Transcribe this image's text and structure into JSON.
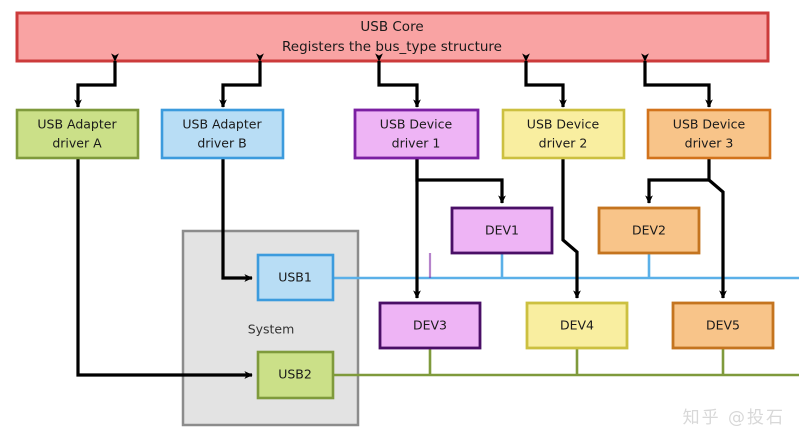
{
  "diagram": {
    "title_block": {
      "line1": "USB Core",
      "line2": "Registers the bus_type structure",
      "fill": "#f9a3a3",
      "stroke": "#cc3b3b"
    },
    "drivers": [
      {
        "id": "adapter-a",
        "line1": "USB Adapter",
        "line2": "driver A",
        "fill": "#cbe088",
        "stroke": "#7f9a3c"
      },
      {
        "id": "adapter-b",
        "line1": "USB Adapter",
        "line2": "driver B",
        "fill": "#b8ddf5",
        "stroke": "#3c9bdd"
      },
      {
        "id": "device-1",
        "line1": "USB Device",
        "line2": "driver 1",
        "fill": "#eeb4f5",
        "stroke": "#7b1fa2"
      },
      {
        "id": "device-2",
        "line1": "USB Device",
        "line2": "driver 2",
        "fill": "#f9eea0",
        "stroke": "#ccc040"
      },
      {
        "id": "device-3",
        "line1": "USB Device",
        "line2": "driver 3",
        "fill": "#f8c489",
        "stroke": "#d2731c"
      }
    ],
    "system": {
      "label": "System",
      "fill": "#e3e3e3",
      "stroke": "#8c8c8c",
      "ports": [
        {
          "id": "usb1",
          "label": "USB1",
          "fill": "#b8ddf5",
          "stroke": "#3c9bdd"
        },
        {
          "id": "usb2",
          "label": "USB2",
          "fill": "#cbe088",
          "stroke": "#7f9a3c"
        }
      ]
    },
    "devices": [
      {
        "id": "dev1",
        "label": "DEV1",
        "fill": "#eeb4f5",
        "stroke": "#4a0f66"
      },
      {
        "id": "dev2",
        "label": "DEV2",
        "fill": "#f8c489",
        "stroke": "#c4741f"
      },
      {
        "id": "dev3",
        "label": "DEV3",
        "fill": "#eeb4f5",
        "stroke": "#4a0f66"
      },
      {
        "id": "dev4",
        "label": "DEV4",
        "fill": "#f9eea0",
        "stroke": "#ccc040"
      },
      {
        "id": "dev5",
        "label": "DEV5",
        "fill": "#f8c489",
        "stroke": "#c4741f"
      }
    ],
    "buses": [
      {
        "id": "usb1-bus",
        "color": "#5bb0e8"
      },
      {
        "id": "usb2-bus",
        "color": "#7f9a3c"
      }
    ],
    "watermark": "知乎 @投石"
  }
}
